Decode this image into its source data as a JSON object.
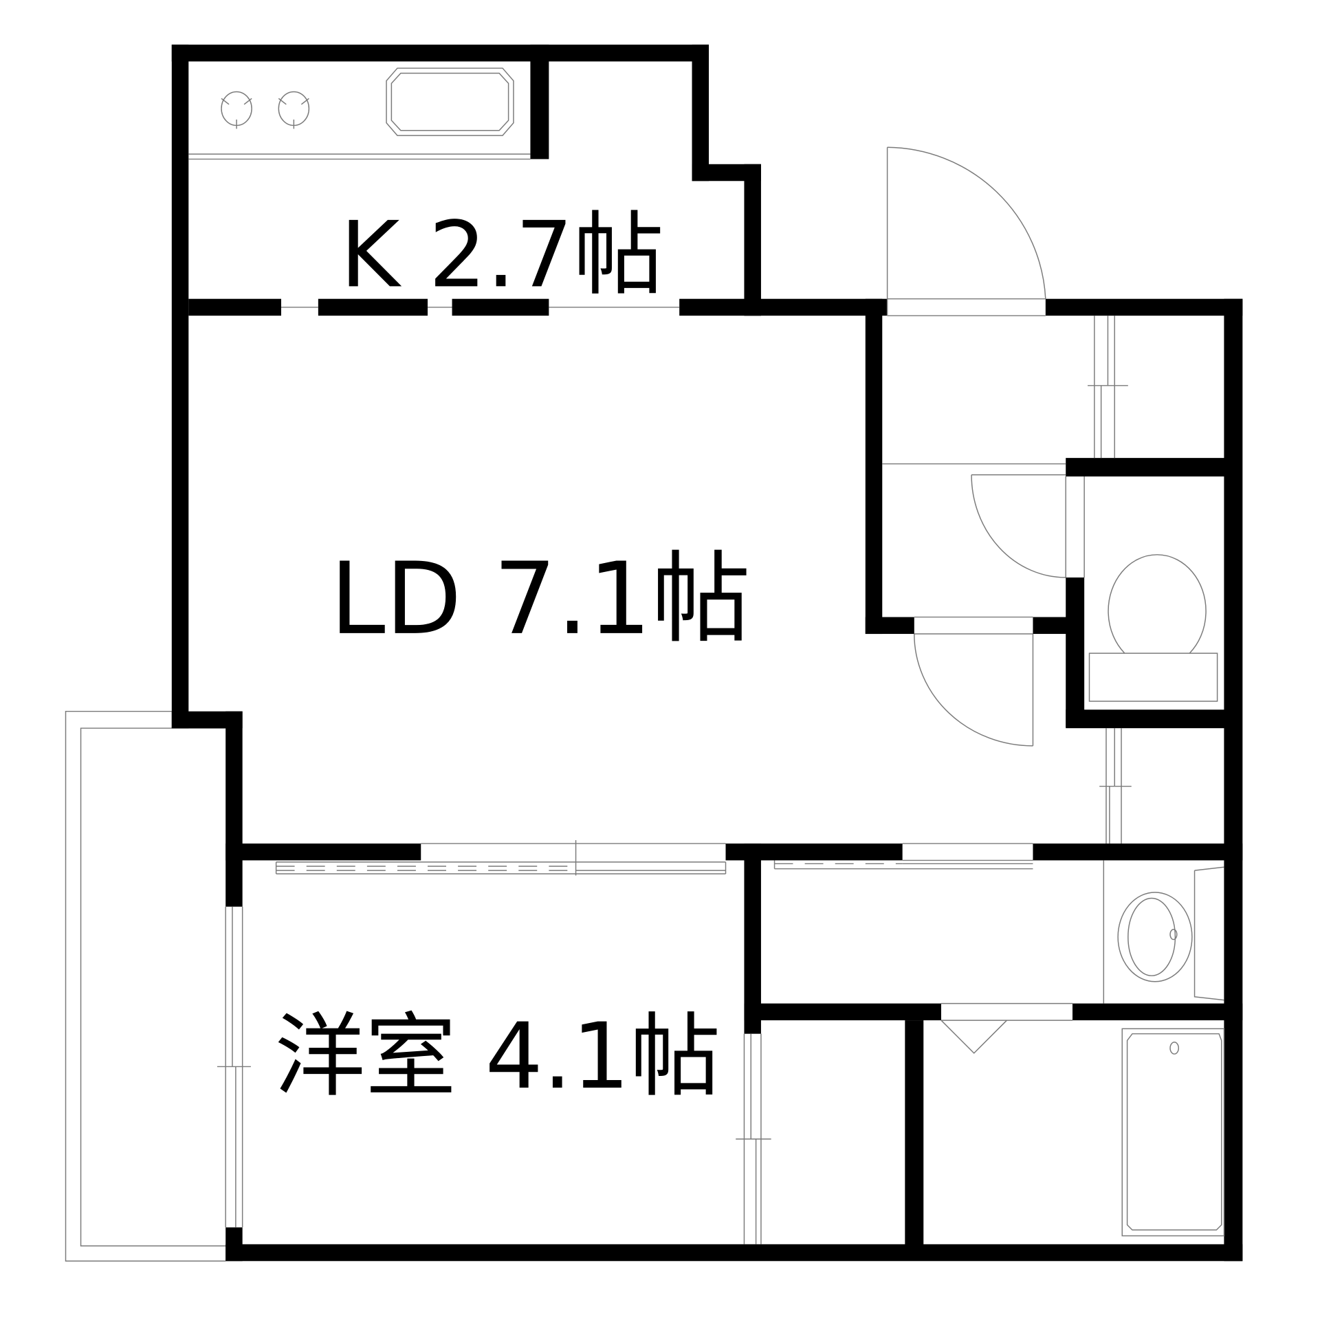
{
  "floor_plan": {
    "rooms": [
      {
        "id": "kitchen",
        "label": "K 2.7帖",
        "type": "K",
        "size_jo": "2.7"
      },
      {
        "id": "living-dining",
        "label": "LD 7.1帖",
        "type": "LD",
        "size_jo": "7.1"
      },
      {
        "id": "western-room",
        "label": "洋室 4.1帖",
        "type": "洋室",
        "size_jo": "4.1"
      }
    ],
    "fixtures": [
      "two-burner-stove",
      "kitchen-sink",
      "entrance-door",
      "shoe-closet",
      "toilet",
      "washbasin",
      "bathtub",
      "closet",
      "balcony"
    ],
    "colors": {
      "wall": "#000000",
      "line": "#7a7a7a",
      "background": "#ffffff"
    }
  }
}
